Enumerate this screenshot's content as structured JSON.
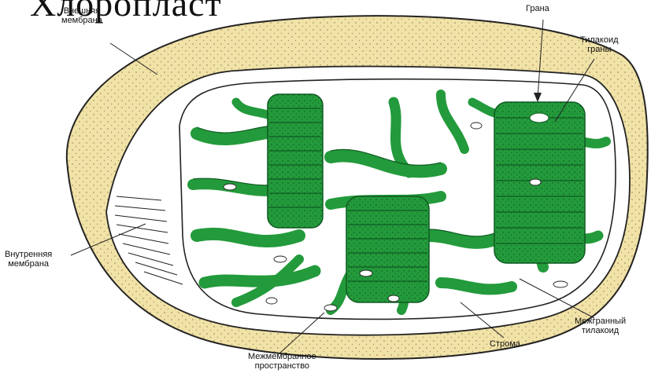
{
  "title": "Хлоропласт",
  "labels": {
    "outer_membrane": [
      "Внешняя",
      "мембрана"
    ],
    "grana": "Грана",
    "granum_thylakoid": [
      "Тилакоид",
      "граны"
    ],
    "inner_membrane": [
      "Внутренняя",
      "мембрана"
    ],
    "intergranal_thylakoid": [
      "Межгранный",
      "тилакоид"
    ],
    "stroma": "Строма",
    "intermembrane_space": [
      "Межмембранное",
      "пространство"
    ]
  },
  "colors": {
    "outer_membrane_fill": "#f1e2a7",
    "thylakoid_green": "#239a3b",
    "thylakoid_dark": "#0f5a22",
    "stroke": "#222222"
  }
}
